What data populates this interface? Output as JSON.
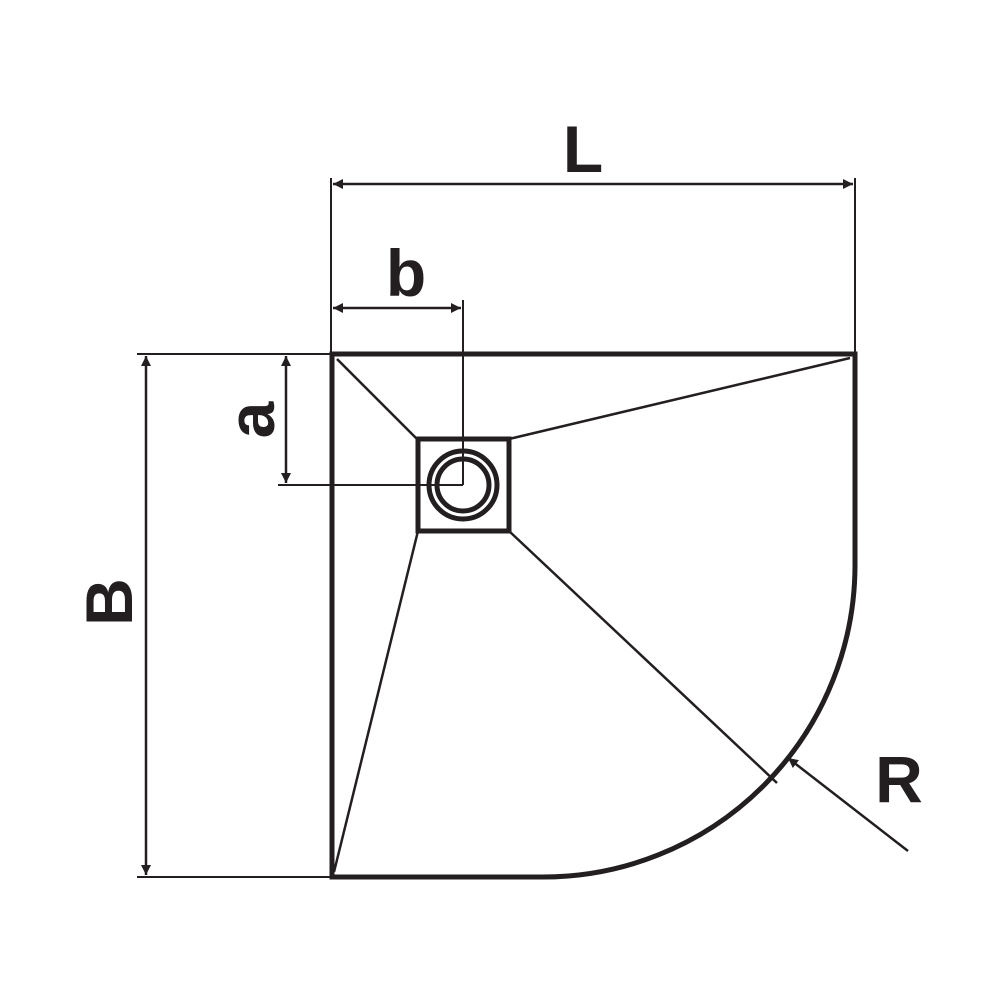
{
  "diagram": {
    "labels": {
      "length": "L",
      "width": "B",
      "drain_offset_x": "b",
      "drain_offset_y": "a",
      "radius": "R"
    },
    "colors": {
      "line": "#231f20",
      "background": "#ffffff"
    }
  }
}
